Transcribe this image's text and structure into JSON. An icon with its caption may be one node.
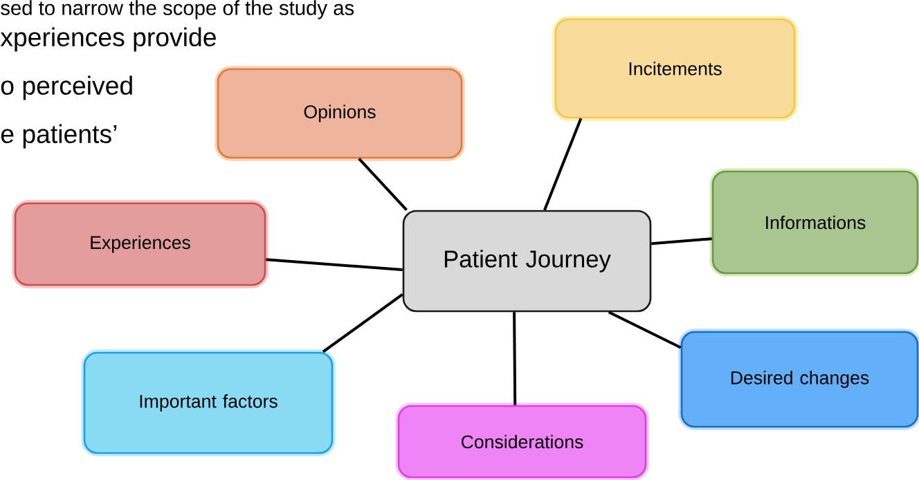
{
  "diagram": {
    "nodes": [
      {
        "text": [
          "Patient Journey"
        ]
      },
      {
        "text": [
          "Opinions"
        ]
      },
      {
        "text": [
          "Incitements"
        ]
      },
      {
        "text": [
          "Informations"
        ]
      },
      {
        "text": [
          "Experiences"
        ]
      },
      {
        "text": [
          "Important factors"
        ]
      },
      {
        "text": [
          "Considerations"
        ]
      },
      {
        "text": [
          "Desired changes"
        ]
      }
    ],
    "edges": [
      {
        "from": 0,
        "to": 1,
        "arrow": "none"
      },
      {
        "from": 0,
        "to": 2,
        "arrow": "none"
      },
      {
        "from": 0,
        "to": 3,
        "arrow": "none"
      },
      {
        "from": 0,
        "to": 4,
        "arrow": "none"
      },
      {
        "from": 0,
        "to": 5,
        "arrow": "none"
      },
      {
        "from": 0,
        "to": 6,
        "arrow": "none"
      },
      {
        "from": 0,
        "to": 7,
        "arrow": "none"
      }
    ],
    "labels": [
      "sed to narrow the scope of the study as",
      "xperiences provide",
      "o perceived",
      "e patients’"
    ]
  }
}
